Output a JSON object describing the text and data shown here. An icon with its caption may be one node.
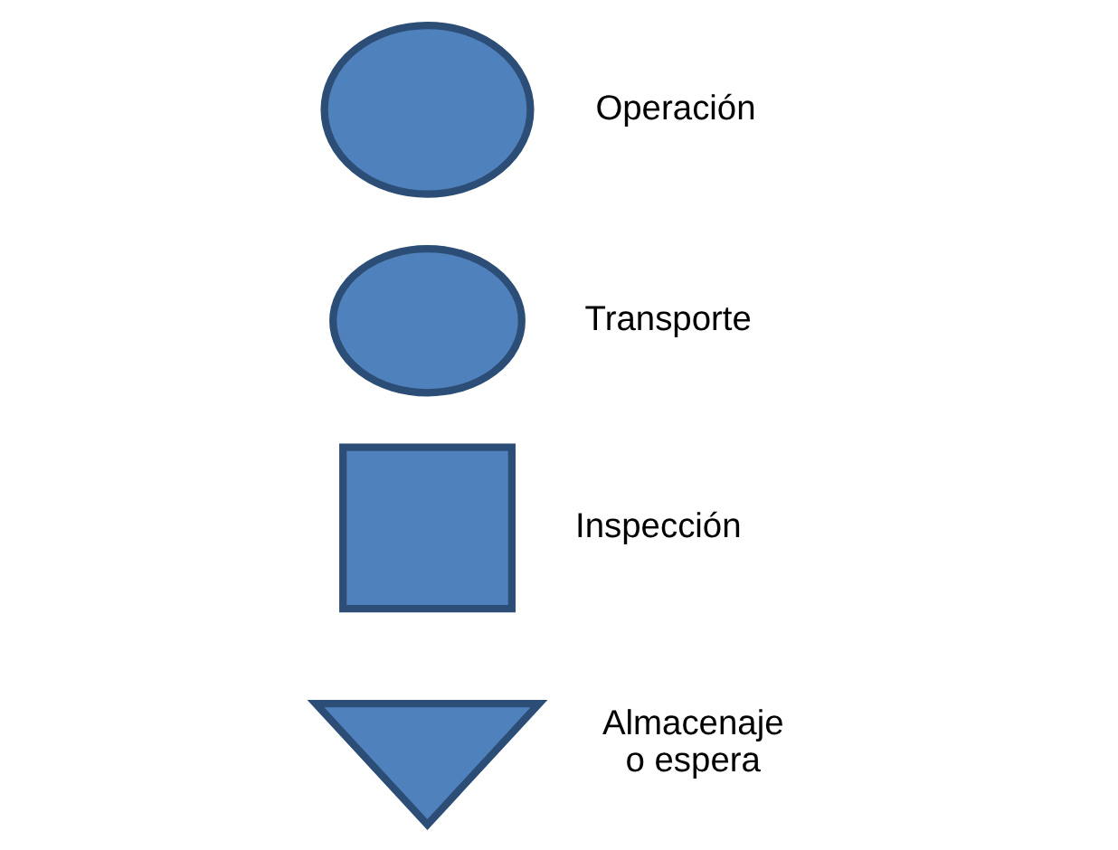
{
  "diagram": {
    "nodes": [
      {
        "text": [],
        "shape": "circle",
        "beside": [
          "Operación"
        ]
      },
      {
        "text": [],
        "shape": "circle",
        "beside": [
          "Transporte"
        ]
      },
      {
        "text": [],
        "shape": "box",
        "beside": [
          "Inspección"
        ]
      },
      {
        "text": [],
        "shape": "triangle",
        "beside": [
          "Almacenaje o espera"
        ]
      }
    ]
  }
}
